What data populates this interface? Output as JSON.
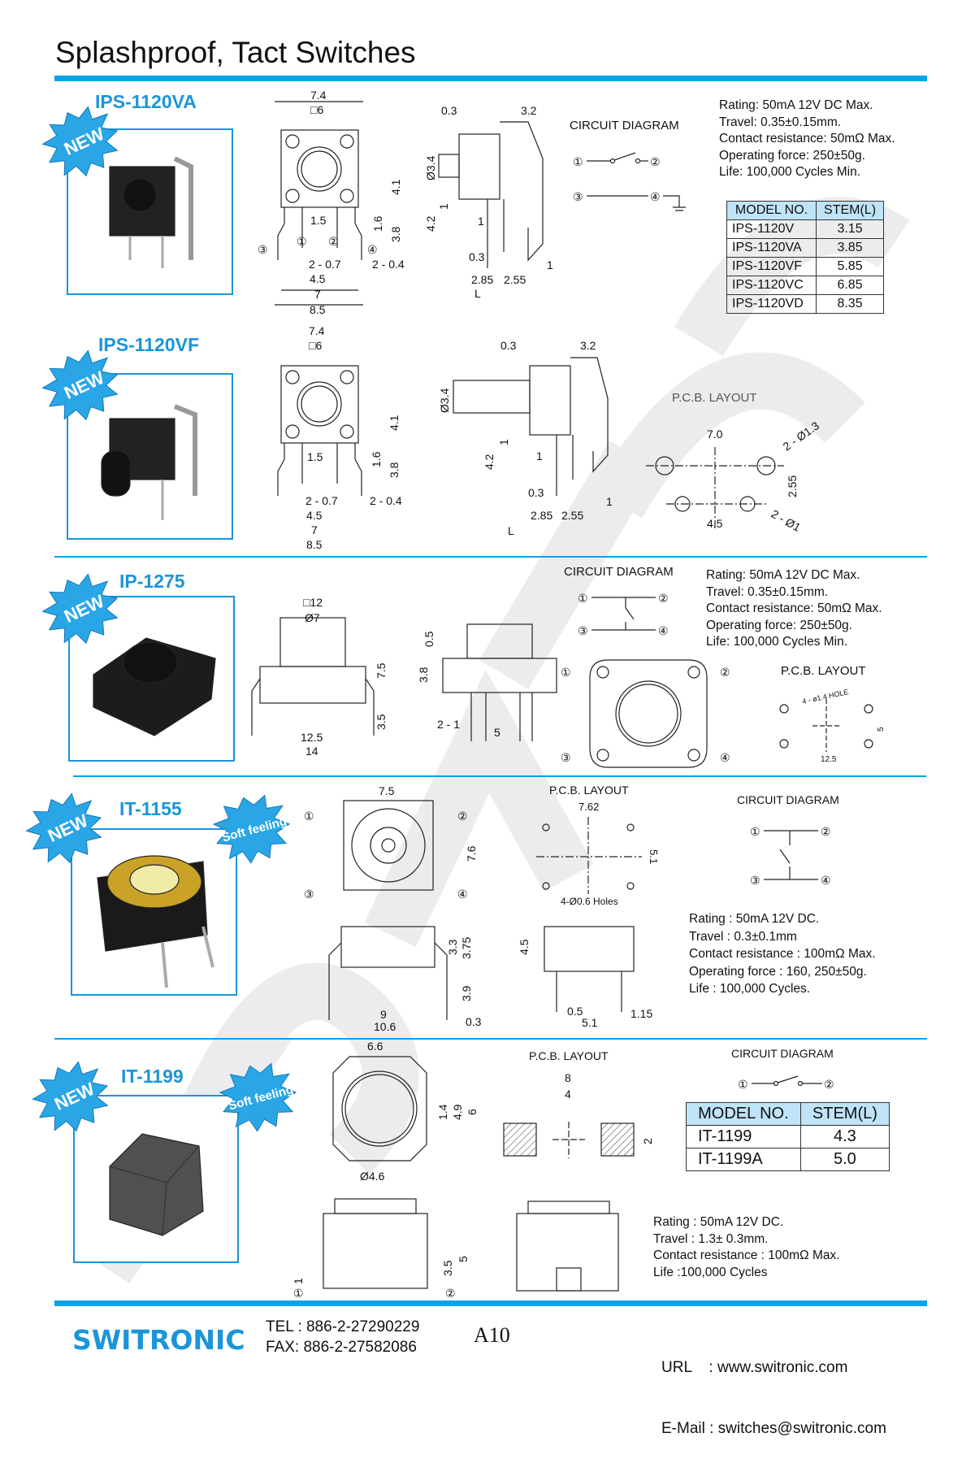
{
  "page": {
    "title": "Splashproof, Tact Switches",
    "page_no": "A10",
    "watermark": "SWITRONIC",
    "colors": {
      "accent": "#0aa2e8",
      "brand": "#1b95d8"
    }
  },
  "badges": {
    "new": "NEW",
    "soft": "Soft feeling"
  },
  "s1": {
    "model": "IPS-1120VA",
    "circuit": "CIRCUIT DIAGRAM",
    "pins": [
      "①",
      "②",
      "③",
      "④"
    ],
    "specs": [
      "Rating: 50mA 12V DC Max.",
      "Travel: 0.35±0.15mm.",
      "Contact resistance: 50mΩ Max.",
      "Operating force: 250±50g.",
      "Life: 100,000 Cycles Min."
    ],
    "table": {
      "headers": [
        "MODEL NO.",
        "STEM(L)"
      ],
      "rows": [
        [
          "IPS-1120V",
          "3.15"
        ],
        [
          "IPS-1120VA",
          "3.85"
        ],
        [
          "IPS-1120VF",
          "5.85"
        ],
        [
          "IPS-1120VC",
          "6.85"
        ],
        [
          "IPS-1120VD",
          "8.35"
        ]
      ]
    },
    "dims": [
      "7.4",
      "□6",
      "4.1",
      "1.5",
      "1.6",
      "3.8",
      "4.2",
      "2 - 0.7",
      "2 - 0.4",
      "4.5",
      "7",
      "8.5",
      "0.3",
      "3.2",
      "Ø3.4",
      "1",
      "1",
      "0.3",
      "1",
      "2.85",
      "2.55",
      "L"
    ]
  },
  "s2": {
    "model": "IPS-1120VF",
    "pcb": "P.C.B. LAYOUT",
    "dims": [
      "7.4",
      "□6",
      "4.1",
      "1.5",
      "1.6",
      "3.8",
      "2 - 0.7",
      "2 - 0.4",
      "4.5",
      "7",
      "8.5",
      "0.3",
      "3.2",
      "Ø3.4",
      "4.2",
      "1",
      "1",
      "0.3",
      "2.85",
      "2.55",
      "1",
      "L",
      "7.0",
      "2 - Ø1.3",
      "2.55",
      "4.5",
      "2 - Ø1"
    ]
  },
  "s3": {
    "model": "IP-1275",
    "circuit": "CIRCUIT DIAGRAM",
    "pcb": "P.C.B. LAYOUT",
    "specs": [
      "Rating: 50mA 12V DC Max.",
      "Travel: 0.35±0.15mm.",
      "Contact resistance: 50mΩ Max.",
      "Operating force: 250±50g.",
      "Life: 100,000 Cycles Min."
    ],
    "dims": [
      "□12",
      "Ø7",
      "7.5",
      "3.5",
      "12.5",
      "14",
      "0.5",
      "3.8",
      "2 - 1",
      "5",
      "4 - ø1.4 HOLE",
      "5",
      "12.5"
    ]
  },
  "s4": {
    "model": "IT-1155",
    "circuit": "CIRCUIT DIAGRAM",
    "pcb": "P.C.B. LAYOUT",
    "specs": [
      "Rating : 50mA 12V DC.",
      "Travel : 0.3±0.1mm",
      "Contact resistance : 100mΩ Max.",
      "Operating force : 160, 250±50g.",
      "Life : 100,000 Cycles."
    ],
    "dims": [
      "7.5",
      "7.6",
      "3.3",
      "3.75",
      "3.9",
      "9",
      "10.6",
      "0.3",
      "7.62",
      "5.1",
      "4-Ø0.6 Holes",
      "4.5",
      "0.5",
      "5.1",
      "1.15"
    ]
  },
  "s5": {
    "model": "IT-1199",
    "circuit": "CIRCUIT DIAGRAM",
    "pcb": "P.C.B. LAYOUT",
    "table": {
      "headers": [
        "MODEL NO.",
        "STEM(L)"
      ],
      "rows": [
        [
          "IT-1199",
          "4.3"
        ],
        [
          "IT-1199A",
          "5.0"
        ]
      ]
    },
    "specs": [
      "Rating : 50mA 12V DC.",
      "Travel : 1.3± 0.3mm.",
      "Contact resistance : 100mΩ Max.",
      "Life :100,000 Cycles"
    ],
    "dims": [
      "6.6",
      "1.4",
      "4.9",
      "6",
      "Ø4.6",
      "1",
      "3.5",
      "5",
      "8",
      "4",
      "2"
    ]
  },
  "footer": {
    "logo": "SWITRONIC",
    "tel": "TEL : 886-2-27290229",
    "fax": "FAX: 886-2-27582086",
    "url": "URL    : www.switronic.com",
    "email": "E-Mail : switches@switronic.com"
  }
}
